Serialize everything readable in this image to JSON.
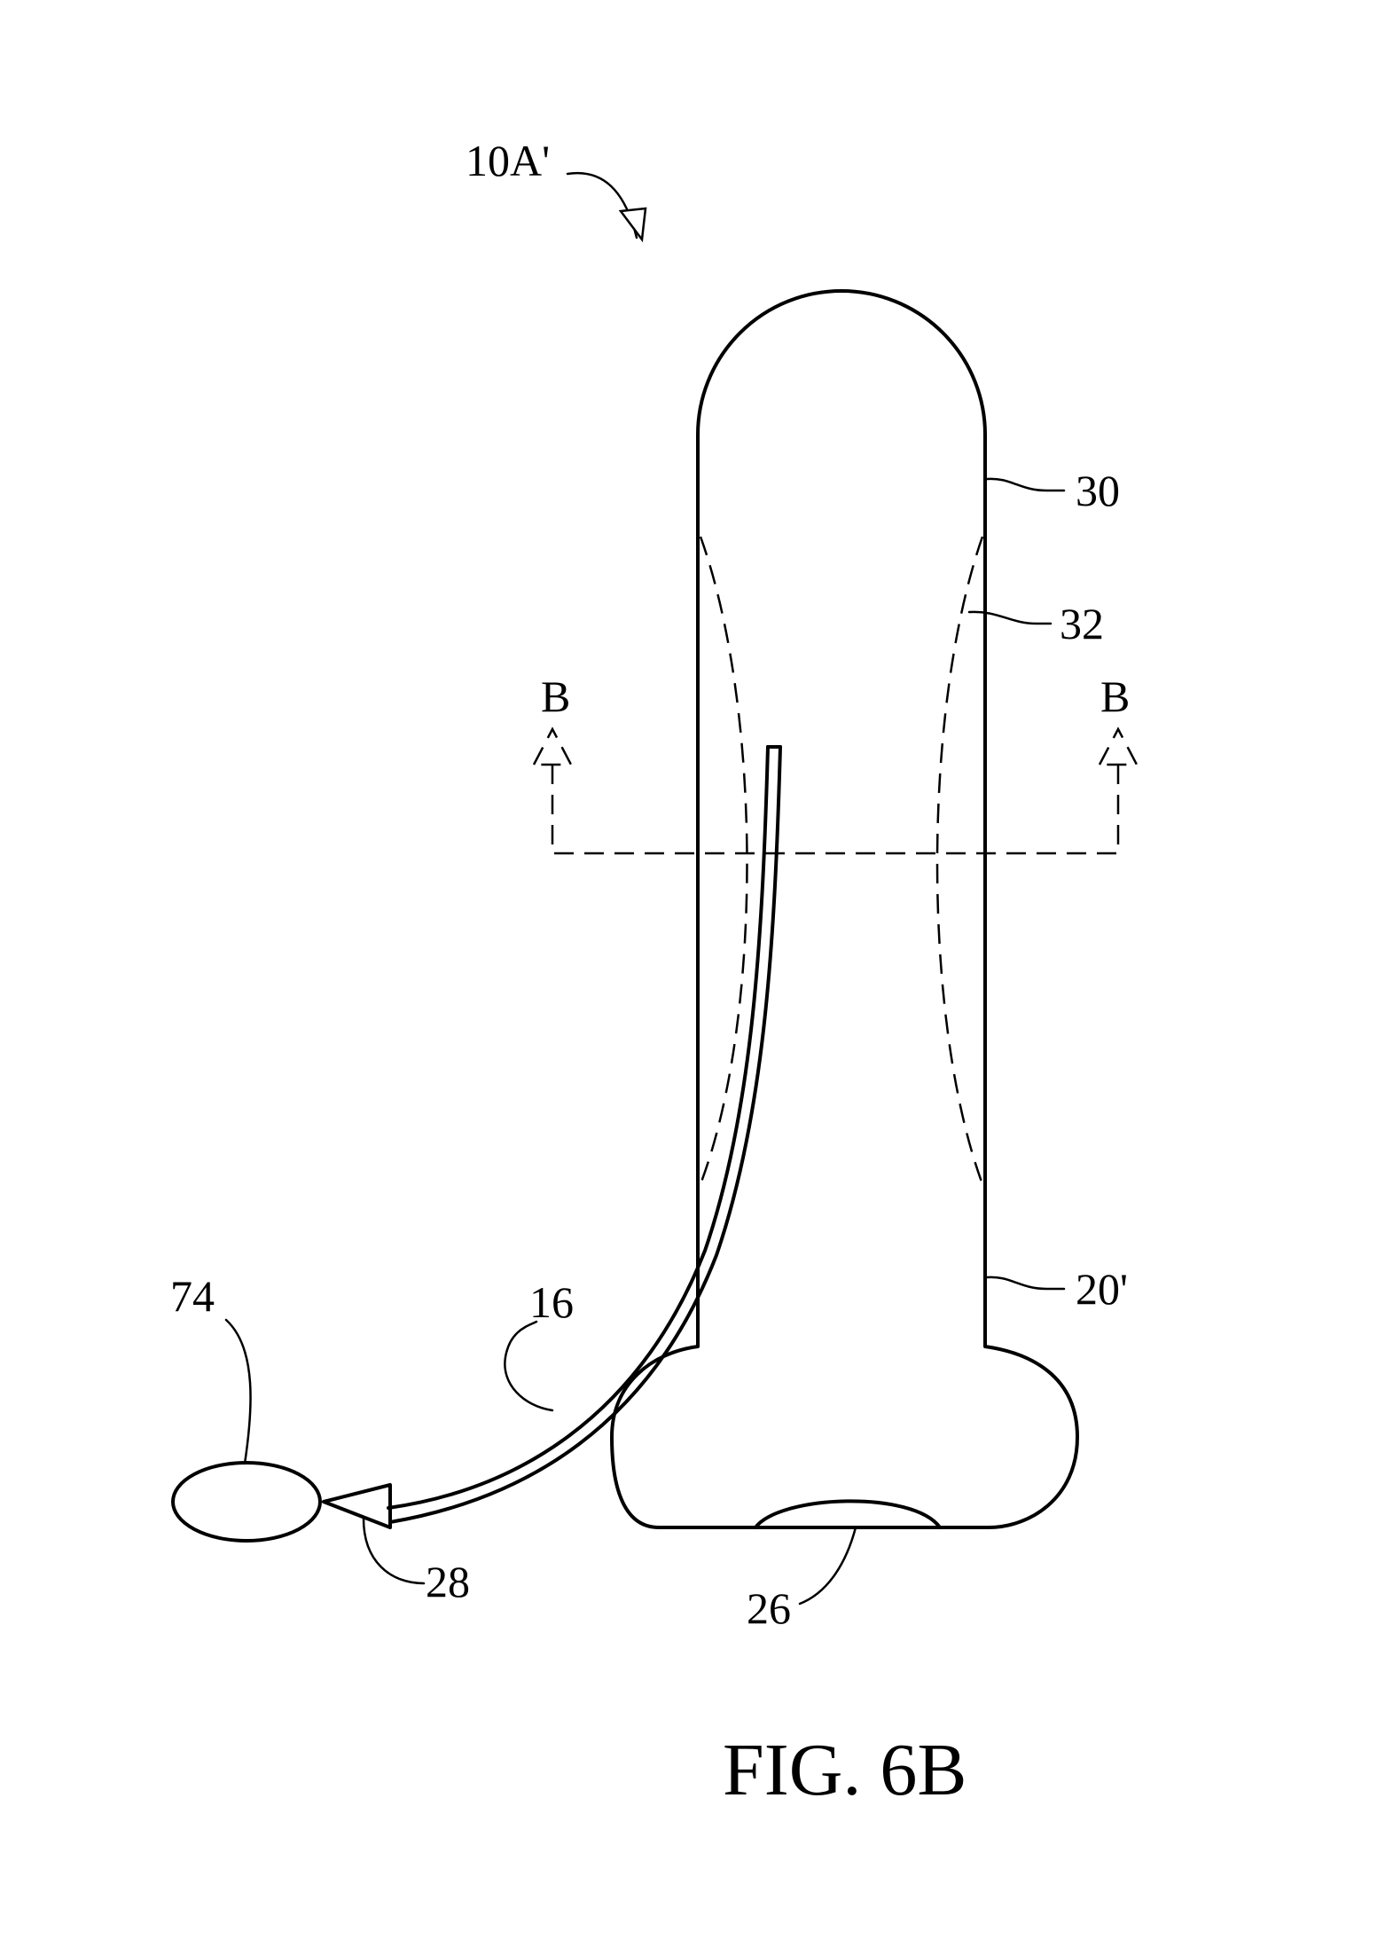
{
  "figure": {
    "caption": "FIG. 6B",
    "labels": {
      "assembly": "10A'",
      "cap": "30",
      "inner_wall": "32",
      "section_left": "B",
      "section_right": "B",
      "tube": "16",
      "bulb": "74",
      "nozzle": "28",
      "base_window": "26",
      "body": "20'"
    }
  }
}
